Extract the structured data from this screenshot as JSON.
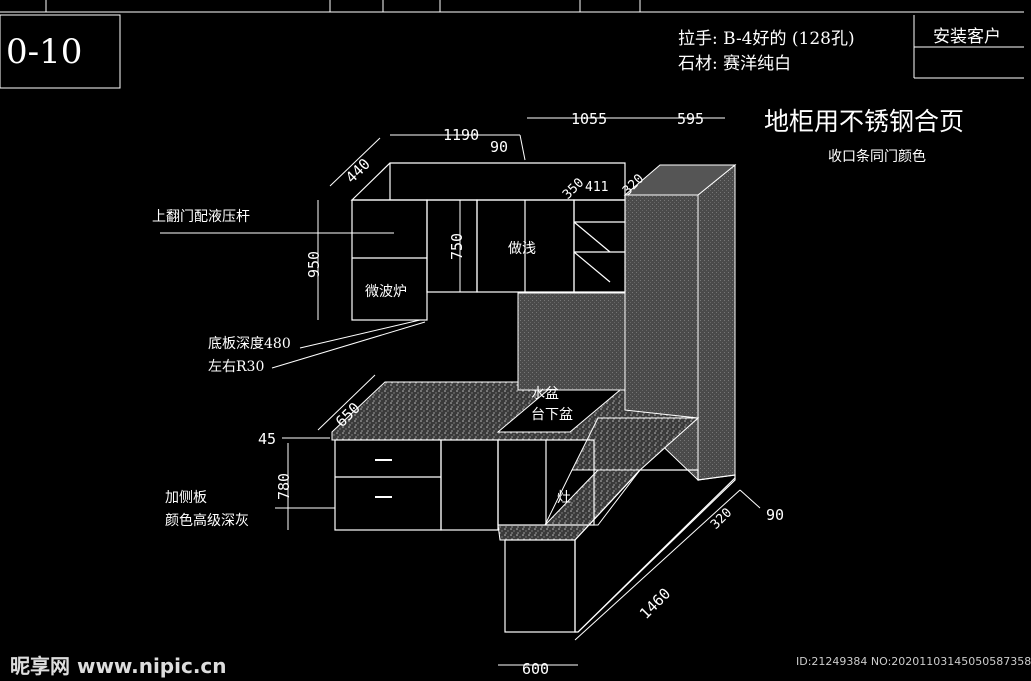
{
  "title_block": {
    "drawing_no": "0-10",
    "handle": "拉手: B-4好的 (128孔)",
    "stone": "石材: 赛洋纯白",
    "install_customer": "安装客户"
  },
  "headline": {
    "main": "地柜用不锈钢合页",
    "sub": "收口条同门颜色"
  },
  "dimensions": {
    "d440": "440",
    "d1190": "1190",
    "d90_top": "90",
    "d1055": "1055",
    "d595": "595",
    "d350": "350",
    "d411": "411",
    "d320_top": "320",
    "d950": "950",
    "d750": "750",
    "d650": "650",
    "d45": "45",
    "d780": "780",
    "d320_right": "320",
    "d90_right": "90",
    "d1460": "1460",
    "d600": "600"
  },
  "labels": {
    "flap_door": "上翻门配液压杆",
    "microwave": "微波炉",
    "shallow": "做浅",
    "base_depth": "底板深度480",
    "left_right": "左右R30",
    "sink": "水盆",
    "undermount": "台下盆",
    "stove": "灶",
    "side_panel": "加侧板",
    "side_color": "颜色高级深灰"
  },
  "watermark": {
    "brand": "昵享网 www.nipic.cn",
    "id": "ID:21249384 NO:20201103145050587358"
  }
}
